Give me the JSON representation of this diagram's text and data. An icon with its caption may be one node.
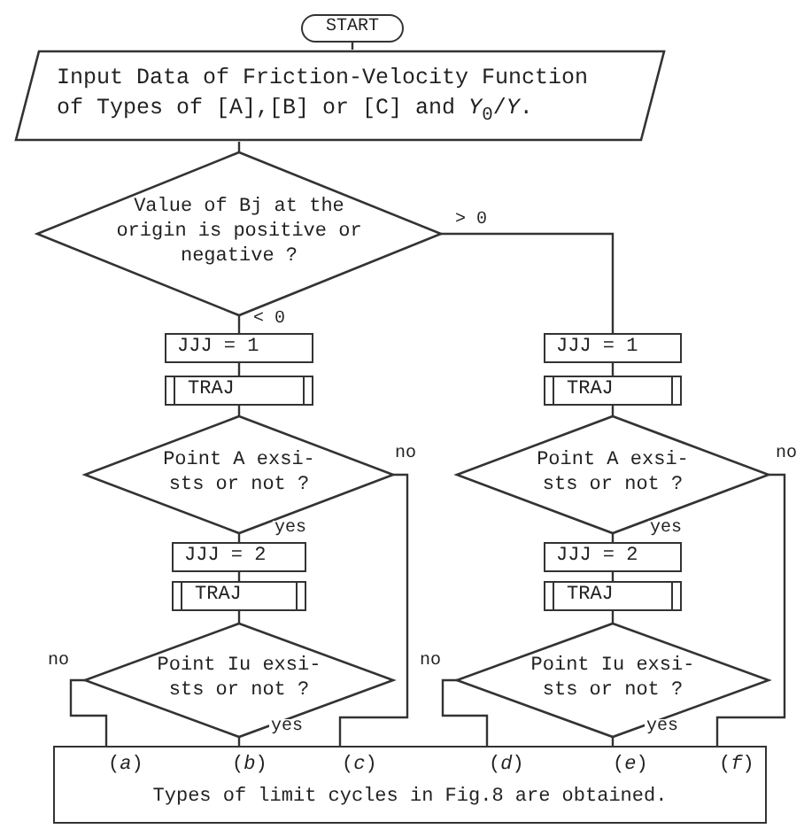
{
  "diagram": {
    "nodes": [
      {
        "text": [
          "START"
        ]
      },
      {
        "text": [
          "Input Data of Friction-Velocity Function of Types of [A],[B] or [C] and *Y*$_{0}$/*Y*."
        ]
      },
      {
        "text": [
          "Value of Bj at the origin is positive or negative ?"
        ]
      },
      {
        "text": [
          "JJJ = 1"
        ]
      },
      {
        "text": [
          "TRAJ"
        ]
      },
      {
        "text": [
          "Point A exsi- sts or not ?"
        ]
      },
      {
        "text": [
          "JJJ = 2"
        ]
      },
      {
        "text": [
          "TRAJ"
        ]
      },
      {
        "text": [
          "Point Iu exsi- sts or not ?"
        ]
      },
      {
        "text": [
          "JJJ = 1"
        ]
      },
      {
        "text": [
          "TRAJ"
        ]
      },
      {
        "text": [
          "Point A exsi- sts or not ?"
        ]
      },
      {
        "text": [
          "JJJ = 2"
        ]
      },
      {
        "text": [
          "TRAJ"
        ]
      },
      {
        "text": [
          "Point Iu exsi- sts or not ?"
        ]
      },
      {
        "text": [
          "(*a*)",
          "(*b*)",
          "(*c*)",
          "(*d*)",
          "(*e*)",
          "(*f*)",
          "Types of limit cycles in Fig.8 are obtained."
        ]
      }
    ],
    "edges": [
      {
        "from": 0,
        "to": 1,
        "arrow": "none"
      },
      {
        "from": 1,
        "to": 2,
        "arrow": "none"
      },
      {
        "from": 2,
        "to": 9,
        "arrow": "none",
        "label": "> 0"
      },
      {
        "from": 2,
        "to": 3,
        "arrow": "none",
        "label": "< 0"
      },
      {
        "from": 3,
        "to": 4,
        "arrow": "none"
      },
      {
        "from": 4,
        "to": 5,
        "arrow": "none"
      },
      {
        "from": 5,
        "to": 6,
        "arrow": "none",
        "label": "yes"
      },
      {
        "from": 5,
        "to": 15,
        "arrow": "none",
        "label": "no"
      },
      {
        "from": 6,
        "to": 7,
        "arrow": "none"
      },
      {
        "from": 7,
        "to": 8,
        "arrow": "none"
      },
      {
        "from": 8,
        "to": 15,
        "arrow": "none",
        "label": "no"
      },
      {
        "from": 8,
        "to": 15,
        "arrow": "none",
        "label": "yes"
      },
      {
        "from": 9,
        "to": 10,
        "arrow": "none"
      },
      {
        "from": 10,
        "to": 11,
        "arrow": "none"
      },
      {
        "from": 11,
        "to": 12,
        "arrow": "none",
        "label": "yes"
      },
      {
        "from": 11,
        "to": 15,
        "arrow": "none",
        "label": "no"
      },
      {
        "from": 12,
        "to": 13,
        "arrow": "none"
      },
      {
        "from": 13,
        "to": 14,
        "arrow": "none"
      },
      {
        "from": 14,
        "to": 15,
        "arrow": "none",
        "label": "no"
      },
      {
        "from": 14,
        "to": 15,
        "arrow": "none",
        "label": "yes"
      }
    ]
  }
}
